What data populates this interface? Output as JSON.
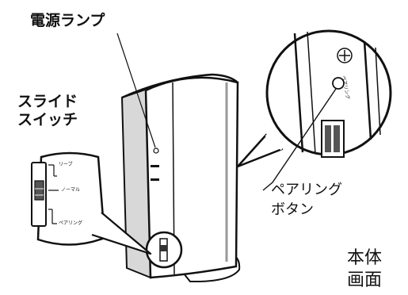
{
  "labels": {
    "power_lamp": "電源ランプ",
    "slide_switch_line1": "スライド",
    "slide_switch_line2": "スイッチ",
    "pairing_button_line1": "ペアリング",
    "pairing_button_line2": "ボタン",
    "switch_pos_leave": "リーブ",
    "switch_pos_normal": "ノーマル",
    "switch_pos_pairing": "ペアリング",
    "callout_side_text": "ペアリング",
    "body_text_line1": "本体",
    "body_text_line2": "画面"
  }
}
